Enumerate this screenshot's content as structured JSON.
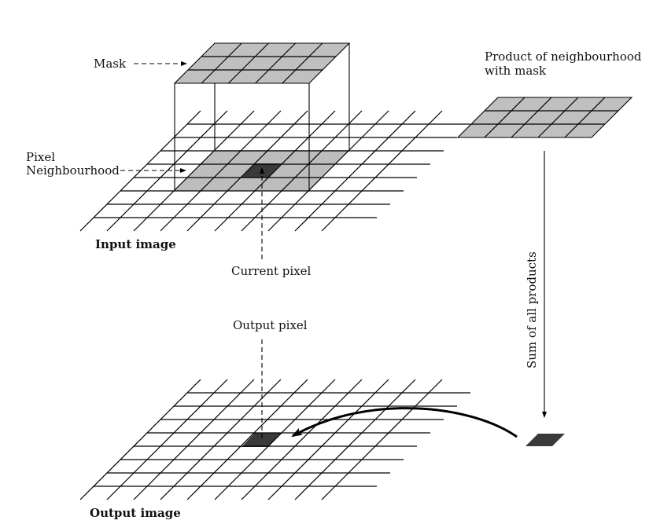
{
  "labels": {
    "mask": "Mask",
    "pixel": "Pixel",
    "neighbourhood": "Neighbourhood",
    "input_image": "Input image",
    "current_pixel": "Current pixel",
    "product_line1": "Product of neighbourhood",
    "product_line2": "with mask",
    "sum_of_all_products": "Sum of all products",
    "output_pixel": "Output pixel",
    "output_image": "Output image"
  },
  "colors": {
    "mask_fill": "#c0c0c0",
    "neighbourhood_fill": "#bdbdbd",
    "product_fill": "#c0c0c0",
    "pixel_fill": "#3a3a3a",
    "line": "#000000"
  }
}
